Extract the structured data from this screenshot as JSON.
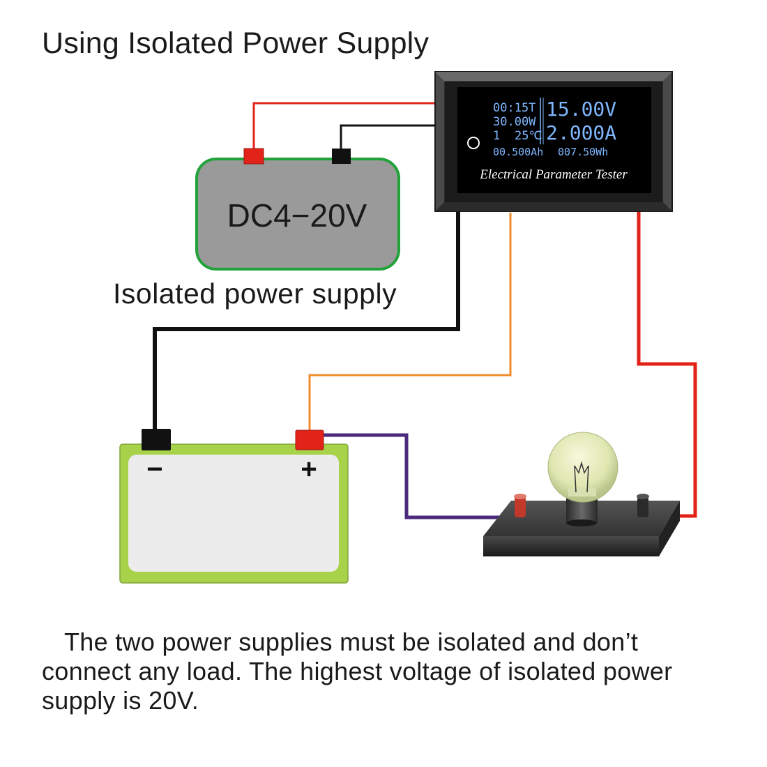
{
  "title": "Using Isolated Power Supply",
  "power_supply": {
    "voltage_label": "DC4−20V",
    "caption": "Isolated  power supply"
  },
  "meter": {
    "time": "00:15T",
    "power": "30.00W",
    "channel": "1",
    "temperature": "25℃",
    "voltage": "15.00V",
    "current": "2.000A",
    "capacity": "00.500Ah",
    "energy": "007.50Wh",
    "caption": "Electrical Parameter Tester"
  },
  "battery": {
    "negative_symbol": "−",
    "positive_symbol": "+"
  },
  "note": {
    "line1": "The two power supplies must be isolated and don’t",
    "line2": "connect any load. The highest voltage of isolated power",
    "line3": "supply is 20V."
  },
  "colors": {
    "red_wire": "#e2231a",
    "black_wire": "#111111",
    "orange_wire": "#f08c2e",
    "purple_wire": "#4b2a7b",
    "psu_fill": "#9a9a9a",
    "psu_border": "#22a23a",
    "battery_frame": "#a8d24a",
    "lcd_text": "#7fb7ff"
  }
}
